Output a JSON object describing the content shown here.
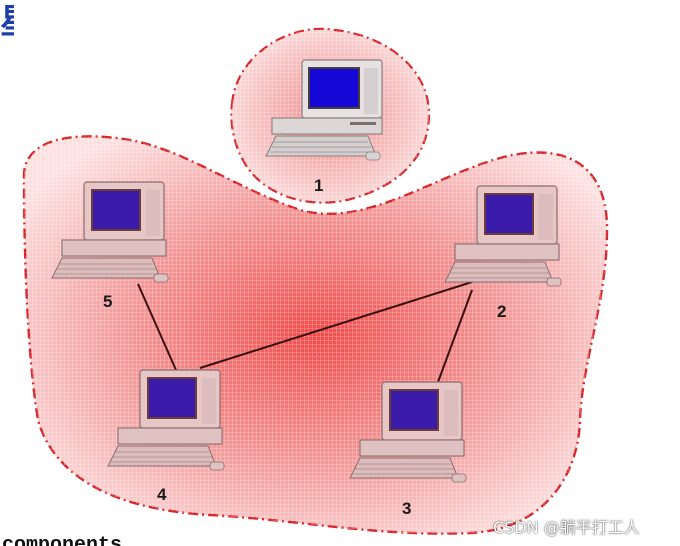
{
  "heading_fragment": "星",
  "footer_fragment": "components",
  "watermark": "CSDN @躺平打工人",
  "colors": {
    "region_fill": "#f3a3a3",
    "region_border": "#d9262b",
    "link": "#3a1010",
    "screen": "#2a18c8",
    "computer_body": "#e9c8c8"
  },
  "nodes": [
    {
      "id": "1",
      "label": "1",
      "group": "isolated"
    },
    {
      "id": "2",
      "label": "2",
      "group": "network"
    },
    {
      "id": "3",
      "label": "3",
      "group": "network"
    },
    {
      "id": "4",
      "label": "4",
      "group": "network"
    },
    {
      "id": "5",
      "label": "5",
      "group": "network"
    }
  ],
  "links": [
    {
      "from": "5",
      "to": "4"
    },
    {
      "from": "4",
      "to": "2"
    },
    {
      "from": "2",
      "to": "3"
    }
  ]
}
